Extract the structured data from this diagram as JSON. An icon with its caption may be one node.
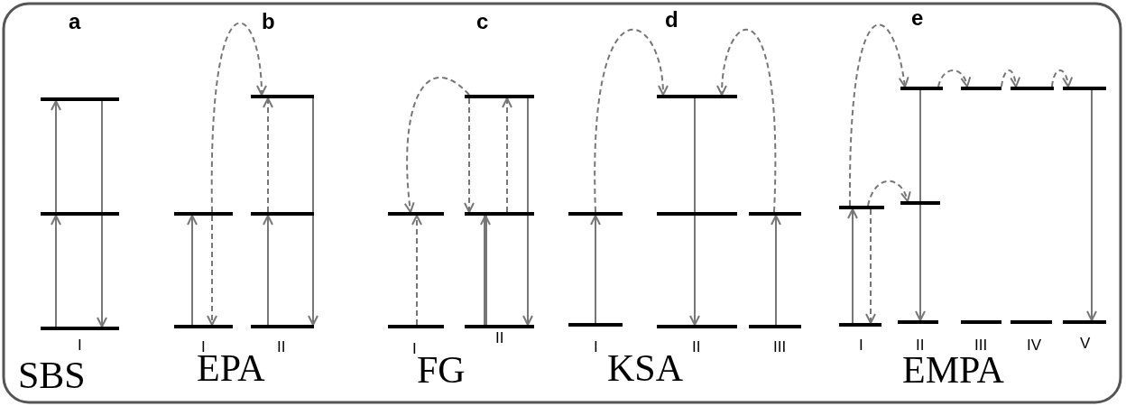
{
  "diagram": {
    "nodes": [
      {
        "text": [],
        "shape": "bar"
      },
      {
        "text": [],
        "shape": "bar"
      },
      {
        "text": [],
        "shape": "bar"
      },
      {
        "text": [],
        "shape": "bar"
      },
      {
        "text": [],
        "shape": "bar"
      },
      {
        "text": [],
        "shape": "bar"
      },
      {
        "text": [],
        "shape": "bar"
      },
      {
        "text": [],
        "shape": "bar"
      },
      {
        "text": [],
        "shape": "bar"
      },
      {
        "text": [],
        "shape": "bar"
      },
      {
        "text": [],
        "shape": "bar"
      },
      {
        "text": [],
        "shape": "bar"
      },
      {
        "text": [],
        "shape": "bar"
      },
      {
        "text": [],
        "shape": "bar"
      },
      {
        "text": [],
        "shape": "bar"
      },
      {
        "text": [],
        "shape": "bar"
      },
      {
        "text": [],
        "shape": "bar"
      },
      {
        "text": [],
        "shape": "bar"
      },
      {
        "text": [],
        "shape": "bar"
      },
      {
        "text": [],
        "shape": "bar"
      },
      {
        "text": [],
        "shape": "bar"
      },
      {
        "text": [],
        "shape": "bar"
      },
      {
        "text": [],
        "shape": "bar"
      },
      {
        "text": [],
        "shape": "bar"
      },
      {
        "text": [],
        "shape": "bar"
      },
      {
        "text": [],
        "shape": "bar"
      },
      {
        "text": [],
        "shape": "bar"
      },
      {
        "text": [],
        "shape": "bar"
      },
      {
        "text": [],
        "shape": "bar"
      },
      {
        "text": [],
        "shape": "bar"
      },
      {
        "text": [],
        "shape": "bar"
      }
    ],
    "edges": [
      {
        "from": 2,
        "to": 1,
        "arrow": "to"
      },
      {
        "from": 1,
        "to": 0,
        "arrow": "to"
      },
      {
        "from": 0,
        "to": 2,
        "arrow": "to"
      },
      {
        "from": 4,
        "to": 3,
        "arrow": "to"
      },
      {
        "from": 3,
        "to": 4,
        "arrow": "to",
        "style": "dashed"
      },
      {
        "from": 7,
        "to": 6,
        "arrow": "to"
      },
      {
        "from": 6,
        "to": 5,
        "arrow": "to",
        "style": "dashed"
      },
      {
        "from": 5,
        "to": 7,
        "arrow": "to"
      },
      {
        "from": 3,
        "to": 5,
        "arrow": "to",
        "style": "dashed"
      },
      {
        "from": 9,
        "to": 8,
        "arrow": "to",
        "style": "dashed"
      },
      {
        "from": 12,
        "to": 11,
        "arrow": "to",
        "style": "thick"
      },
      {
        "from": 11,
        "to": 10,
        "arrow": "to",
        "style": "dashed"
      },
      {
        "from": 10,
        "to": 11,
        "arrow": "to",
        "style": "dashed"
      },
      {
        "from": 10,
        "to": 12,
        "arrow": "to"
      },
      {
        "from": 10,
        "to": 8,
        "arrow": "to",
        "style": "dashed"
      },
      {
        "from": 14,
        "to": 13,
        "arrow": "to"
      },
      {
        "from": 19,
        "to": 18,
        "arrow": "to"
      },
      {
        "from": 15,
        "to": 17,
        "arrow": "to"
      },
      {
        "from": 13,
        "to": 15,
        "arrow": "to",
        "style": "dashed"
      },
      {
        "from": 18,
        "to": 15,
        "arrow": "to",
        "style": "dashed"
      },
      {
        "from": 21,
        "to": 20,
        "arrow": "to"
      },
      {
        "from": 20,
        "to": 21,
        "arrow": "to",
        "style": "dashed"
      },
      {
        "from": 20,
        "to": 23,
        "arrow": "to",
        "style": "dashed"
      },
      {
        "from": 20,
        "to": 22,
        "arrow": "to",
        "style": "dashed"
      },
      {
        "from": 22,
        "to": 25,
        "arrow": "to",
        "style": "dashed"
      },
      {
        "from": 25,
        "to": 27,
        "arrow": "to",
        "style": "dashed"
      },
      {
        "from": 27,
        "to": 29,
        "arrow": "to",
        "style": "dashed"
      },
      {
        "from": 22,
        "to": 24,
        "arrow": "to"
      },
      {
        "from": 29,
        "to": 30,
        "arrow": "to"
      }
    ],
    "labels": [
      "a",
      "b",
      "c",
      "d",
      "e",
      "I",
      "I",
      "II",
      "I",
      "II",
      "I",
      "II",
      "III",
      "I",
      "II",
      "III",
      "IV",
      "V",
      "SBS",
      "EPA",
      "FG",
      "KSA",
      "EMPA"
    ]
  }
}
